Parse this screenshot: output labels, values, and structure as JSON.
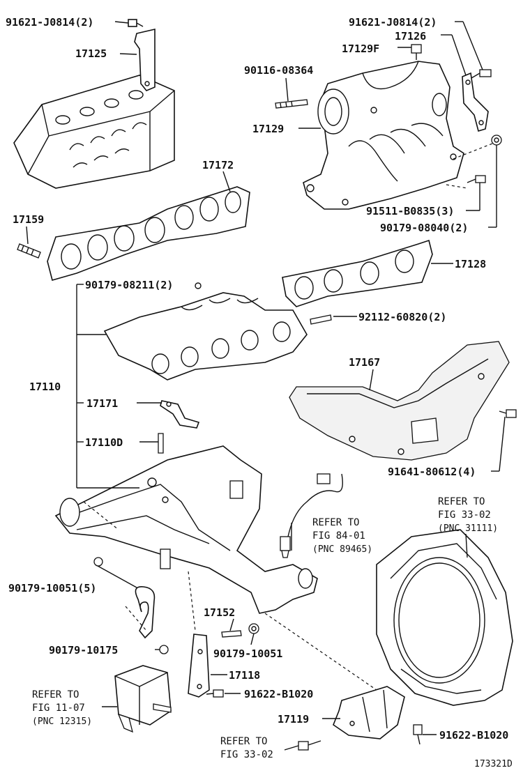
{
  "parts": {
    "p91621_a": "91621-J0814(2)",
    "p91621_b": "91621-J0814(2)",
    "p17126": "17126",
    "p17129F": "17129F",
    "p17125": "17125",
    "p90116": "90116-08364",
    "p17129": "17129",
    "p17172": "17172",
    "p91511": "91511-B0835(3)",
    "p90179_08040": "90179-08040(2)",
    "p17159": "17159",
    "p17128": "17128",
    "p90179_08211": "90179-08211(2)",
    "p92112": "92112-60820(2)",
    "p17167": "17167",
    "p17110": "17110",
    "p17171": "17171",
    "p17110D": "17110D",
    "p91641": "91641-80612(4)",
    "p90179_10051_5": "90179-10051(5)",
    "p17152": "17152",
    "p90179_10175": "90179-10175",
    "p90179_10051": "90179-10051",
    "p17118": "17118",
    "p91622_a": "91622-B1020",
    "p17119": "17119",
    "p91622_b": "91622-B1020"
  },
  "refs": {
    "fig33_top": {
      "l1": "REFER TO",
      "l2": "FIG 33-02",
      "l3": "(PNC 31111)"
    },
    "fig84": {
      "l1": "REFER TO",
      "l2": "FIG 84-01",
      "l3": "(PNC 89465)"
    },
    "fig11": {
      "l1": "REFER TO",
      "l2": "FIG 11-07",
      "l3": "(PNC 12315)"
    },
    "fig33_bottom": {
      "l1": "REFER TO",
      "l2": "FIG 33-02"
    }
  },
  "diagram_id": "173321D"
}
